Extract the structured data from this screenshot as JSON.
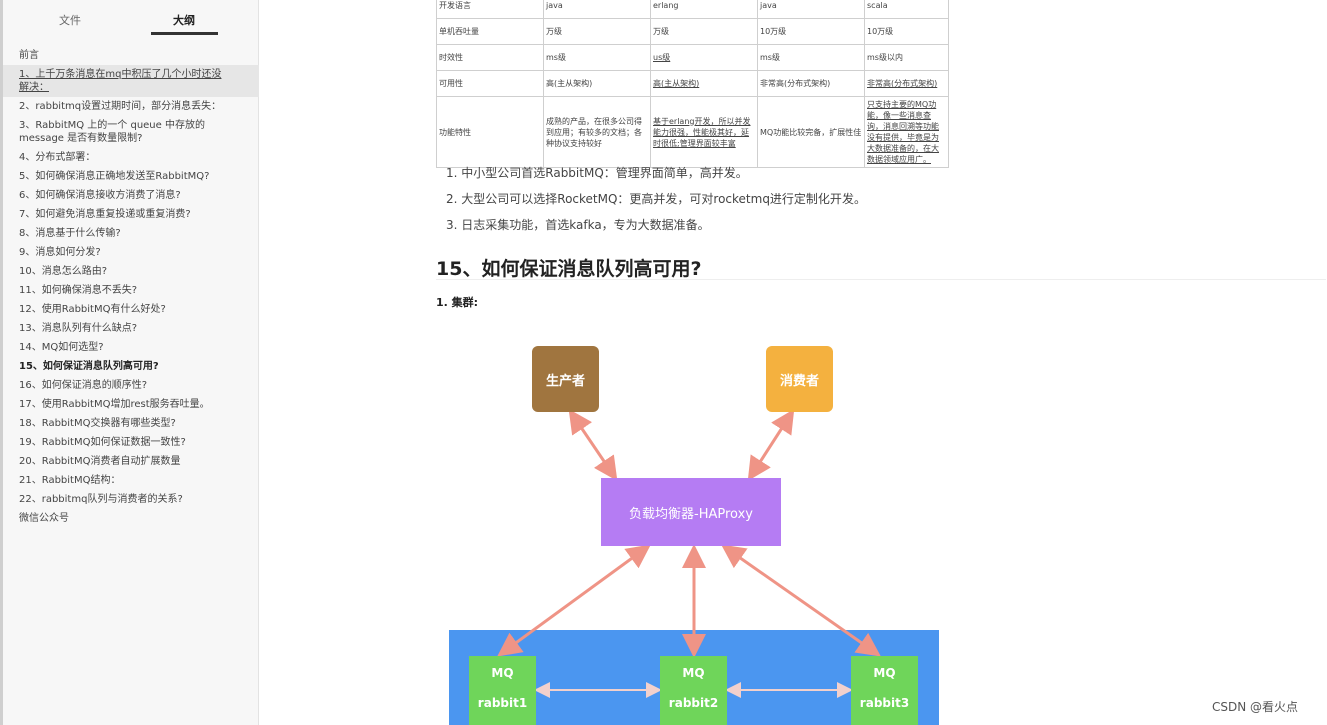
{
  "sidebar": {
    "tabs": {
      "files": "文件",
      "outline": "大纲"
    },
    "items": [
      {
        "label": "前言"
      },
      {
        "label": "1、上千万条消息在mq中积压了几个小时还没解决：",
        "line1": "1、上千万条消息在mq中积压了几个小时还没",
        "line2": "解决："
      },
      {
        "label": "2、rabbitmq设置过期时间，部分消息丢失："
      },
      {
        "label": "3、RabbitMQ 上的一个 queue 中存放的 message 是否有数量限制？",
        "line1": "3、RabbitMQ 上的一个 queue 中存放的",
        "line2": "message 是否有数量限制?"
      },
      {
        "label": "4、分布式部署："
      },
      {
        "label": "5、如何确保消息正确地发送至RabbitMQ?"
      },
      {
        "label": "6、如何确保消息接收方消费了消息?"
      },
      {
        "label": "7、如何避免消息重复投递或重复消费?"
      },
      {
        "label": "8、消息基于什么传输?"
      },
      {
        "label": "9、消息如何分发?"
      },
      {
        "label": "10、消息怎么路由?"
      },
      {
        "label": "11、如何确保消息不丢失?"
      },
      {
        "label": "12、使用RabbitMQ有什么好处?"
      },
      {
        "label": "13、消息队列有什么缺点?"
      },
      {
        "label": "14、MQ如何选型?"
      },
      {
        "label": "15、如何保证消息队列高可用?"
      },
      {
        "label": "16、如何保证消息的顺序性?"
      },
      {
        "label": "17、使用RabbitMQ增加rest服务吞吐量。"
      },
      {
        "label": "18、RabbitMQ交换器有哪些类型?"
      },
      {
        "label": "19、RabbitMQ如何保证数据一致性?"
      },
      {
        "label": "20、RabbitMQ消费者自动扩展数量"
      },
      {
        "label": "21、RabbitMQ结构："
      },
      {
        "label": "22、rabbitmq队列与消费者的关系?"
      },
      {
        "label": "微信公众号"
      }
    ]
  },
  "table": {
    "rows": [
      [
        "开发语言",
        "java",
        "erlang",
        "java",
        "scala"
      ],
      [
        "单机吞吐量",
        "万级",
        "万级",
        "10万级",
        "10万级"
      ],
      [
        "时效性",
        "ms级",
        "us级",
        "ms级",
        "ms级以内"
      ],
      [
        "可用性",
        "高(主从架构)",
        "高(主从架构)",
        "非常高(分布式架构)",
        "非常高(分布式架构)"
      ],
      [
        "功能特性",
        "成熟的产品，在很多公司得到应用；有较多的文档；各种协议支持较好",
        "基于erlang开发，所以并发能力很强，性能极其好，延时很低;管理界面较丰富",
        "MQ功能比较完备，扩展性佳",
        "只支持主要的MQ功能，像一些消息查询，消息回溯等功能没有提供，毕竟是为大数据准备的，在大数据领域应用广。"
      ]
    ]
  },
  "list": [
    "1. 中小型公司首选RabbitMQ：管理界面简单，高并发。",
    "2. 大型公司可以选择RocketMQ：更高并发，可对rocketmq进行定制化开发。",
    "3. 日志采集功能，首选kafka，专为大数据准备。"
  ],
  "heading": "15、如何保证消息队列高可用?",
  "subheading": "1. 集群:",
  "diagram": {
    "producer": "生产者",
    "consumer": "消费者",
    "haproxy": "负载均衡器-HAProxy",
    "nodes": [
      {
        "top": "MQ",
        "bottom": "rabbit1"
      },
      {
        "top": "MQ",
        "bottom": "rabbit2"
      },
      {
        "top": "MQ",
        "bottom": "rabbit3"
      }
    ],
    "colors": {
      "producer": "#a0753f",
      "consumer": "#f4b13f",
      "haproxy": "#b57cf3",
      "cluster": "#4b96f0",
      "node": "#6fd55a",
      "arrow": "#ef9486"
    }
  },
  "watermark": "CSDN @看火点"
}
